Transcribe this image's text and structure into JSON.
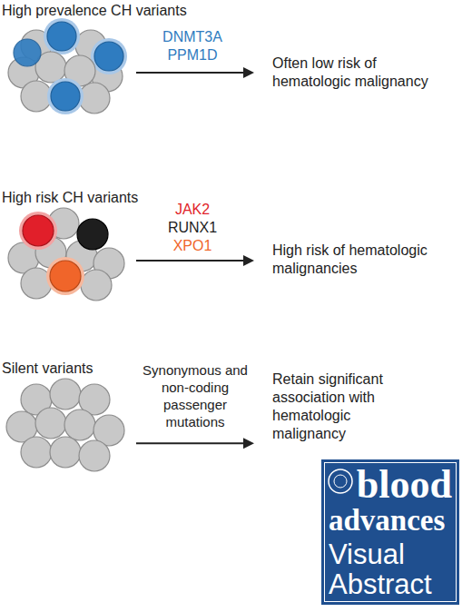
{
  "diagram": {
    "nodes": [
      {
        "text": [
          "High prevalence CH variants"
        ]
      },
      {
        "text": [
          "High risk CH variants"
        ]
      },
      {
        "text": [
          "Silent variants"
        ]
      },
      {
        "text": [
          "Often low risk of hematologic malignancy"
        ]
      },
      {
        "text": [
          "High risk of hematologic malignancies"
        ]
      },
      {
        "text": [
          "Retain significant association with hematologic malignancy"
        ]
      },
      {
        "text": [
          "blood",
          "advances",
          "Visual Abstract"
        ]
      }
    ],
    "edges": [
      {
        "from": 0,
        "to": 3,
        "arrow": "to"
      },
      {
        "from": 1,
        "to": 4,
        "arrow": "to"
      },
      {
        "from": 2,
        "to": 5,
        "arrow": "to",
        "label": "Synonymous and non-coding passenger mutations"
      }
    ],
    "labels": [
      "DNMT3A",
      "PPM1D",
      "JAK2",
      "RUNX1",
      "XPO1"
    ]
  }
}
